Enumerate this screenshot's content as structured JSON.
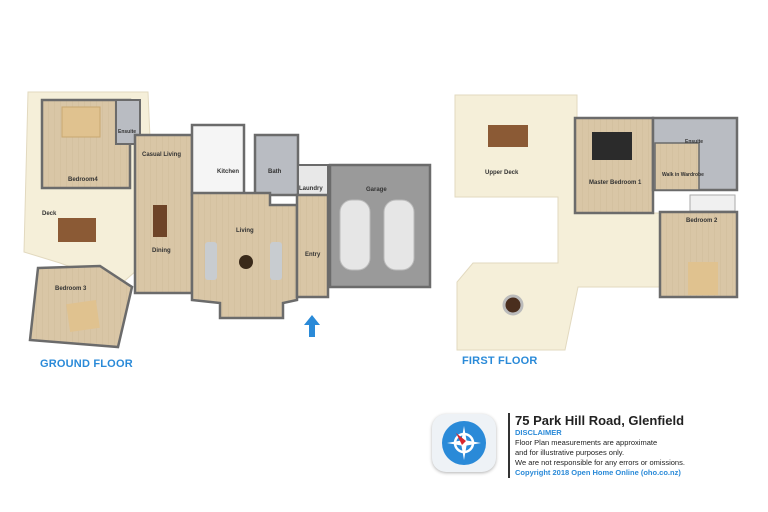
{
  "ground_floor": {
    "label": "GROUND FLOOR",
    "rooms": [
      "Bedroom4",
      "Ensuite",
      "Deck",
      "Bedroom 3",
      "Casual Living",
      "Dining",
      "Kitchen",
      "Bath",
      "Laundry",
      "Living",
      "Entry",
      "Garage"
    ],
    "entrance_icon": "arrow-up-icon"
  },
  "first_floor": {
    "label": "FIRST FLOOR",
    "rooms": [
      "Upper Deck",
      "Master Bedroom 1",
      "Ensuite",
      "Walk in Wardrobe",
      "Bedroom 2"
    ]
  },
  "info": {
    "address": "75 Park Hill Road, Glenfield",
    "disclaimer_title": "DISCLAIMER",
    "lines": [
      "Floor Plan measurements are approximate",
      "and for illustrative purposes only.",
      "We are not responsible for any errors or omissions."
    ],
    "copyright": "Copyright  2018  Open Home Online (oho.co.nz)",
    "logo_icon": "compass-icon"
  },
  "colors": {
    "accent": "#2a8ad8",
    "deck": "#f5efd9",
    "floor": "#d8c4a4",
    "wall": "#6b6b6b",
    "garage": "#9a9a9a",
    "wet": "#b9bcc2"
  }
}
